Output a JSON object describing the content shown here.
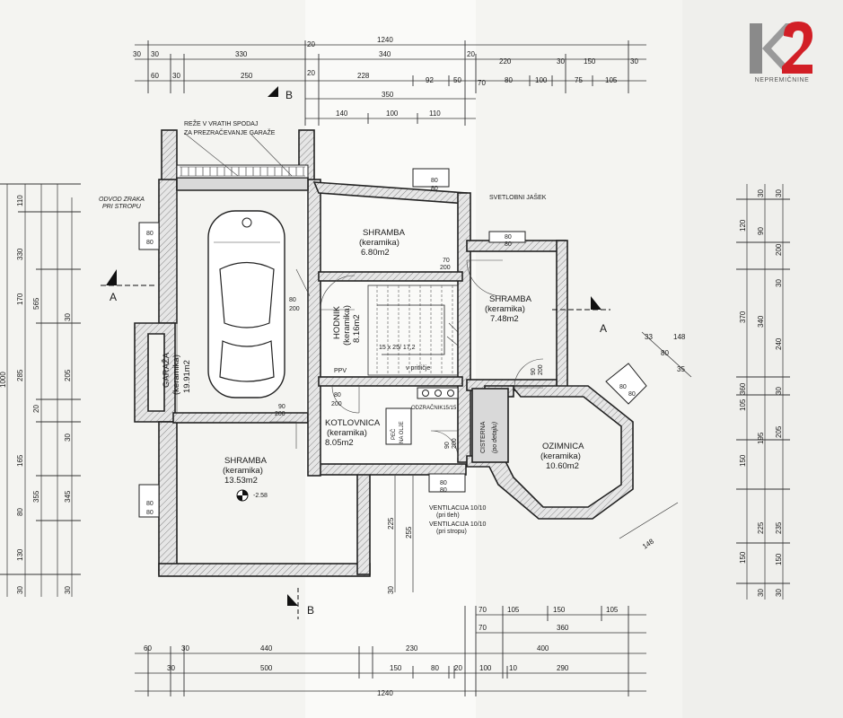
{
  "brand": {
    "logo_text": "K2",
    "subtitle": "NEPREMIČNINE",
    "colors": {
      "k": "#8a8a8a",
      "two": "#d21f26"
    }
  },
  "annotations": {
    "vent_note_1": "REŽE V VRATIH SPODAJ",
    "vent_note_2": "ZA PREZRAČEVANJE GARAŽE",
    "air_1": "ODVOD ZRAKA",
    "air_2": "PRI STROPU",
    "light_shaft": "SVETLOBNI JAŠEK",
    "vent_floor_1": "VENTILACIJA 10/10",
    "vent_floor_2": "(pri tleh)",
    "vent_ceil_1": "VENTILACIJA 10/10",
    "vent_ceil_2": "(pri stropu)",
    "chimney": "ODZRAČNIK15/15",
    "stair_count": "15 x 25/ 17,2",
    "stair_ground": "v pritličje",
    "ppv": "PPV",
    "stove_1": "PEČ",
    "stove_2": "NA OLJE",
    "tank_1": "CISTERNA",
    "tank_2": "(po detajlu)",
    "level": "-2.58",
    "section_a": "A",
    "section_b": "B"
  },
  "rooms": [
    {
      "name": "SHRAMBA",
      "finish": "(keramika)",
      "area": "6.80m2"
    },
    {
      "name": "SHRAMBA",
      "finish": "(keramika)",
      "area": "7.48m2"
    },
    {
      "name": "HODNIK",
      "finish": "(keramika)",
      "area": "8.16m2"
    },
    {
      "name": "GARAŽA",
      "finish": "(keramika)",
      "area": "19.91m2"
    },
    {
      "name": "KOTLOVNICA",
      "finish": "(keramika)",
      "area": "8.05m2"
    },
    {
      "name": "SHRAMBA",
      "finish": "(keramika)",
      "area": "13.53m2"
    },
    {
      "name": "OZIMNICA",
      "finish": "(keramika)",
      "area": "10.60m2"
    }
  ],
  "dims": {
    "top_total": "1240",
    "top_row1": [
      "30",
      "30",
      "330",
      "20",
      "340",
      "20",
      "220",
      "30",
      "150",
      "30"
    ],
    "top_row2": [
      "60",
      "30",
      "250",
      "20",
      "228",
      "92",
      "50",
      "70",
      "80",
      "100",
      "75",
      "105"
    ],
    "top_row3": [
      "350"
    ],
    "top_row4": [
      "140",
      "100",
      "110"
    ],
    "bottom_row1": [
      "70",
      "105",
      "150",
      "105"
    ],
    "bottom_row2": [
      "70",
      "360"
    ],
    "bottom_row3": [
      "60",
      "30",
      "440",
      "230",
      "400"
    ],
    "bottom_row4": [
      "30",
      "500",
      "150",
      "80",
      "20",
      "100",
      "10",
      "290"
    ],
    "bottom_total": "1240",
    "left_total": "1000",
    "left_outer": [
      "110",
      "330",
      "565",
      "1000",
      "20",
      "355",
      "130",
      "30"
    ],
    "left_inner": [
      "170",
      "30",
      "285",
      "205",
      "30",
      "165",
      "80",
      "345",
      "30"
    ],
    "right_outer": [
      "30",
      "90",
      "120",
      "370",
      "340",
      "240",
      "105",
      "150",
      "360",
      "195",
      "225",
      "235",
      "150",
      "30"
    ],
    "right_inner": [
      "30",
      "200",
      "30",
      "205",
      "30",
      "150",
      "30"
    ],
    "openings": [
      "80",
      "80",
      "80",
      "80",
      "70",
      "200",
      "80",
      "200",
      "80",
      "200",
      "90",
      "200",
      "90",
      "200",
      "90",
      "200",
      "80",
      "80",
      "80",
      "80",
      "80",
      "80",
      "80",
      "80"
    ],
    "diag": [
      "148",
      "148",
      "33",
      "80",
      "35"
    ],
    "mid_vert": [
      "225",
      "255",
      "30"
    ]
  }
}
